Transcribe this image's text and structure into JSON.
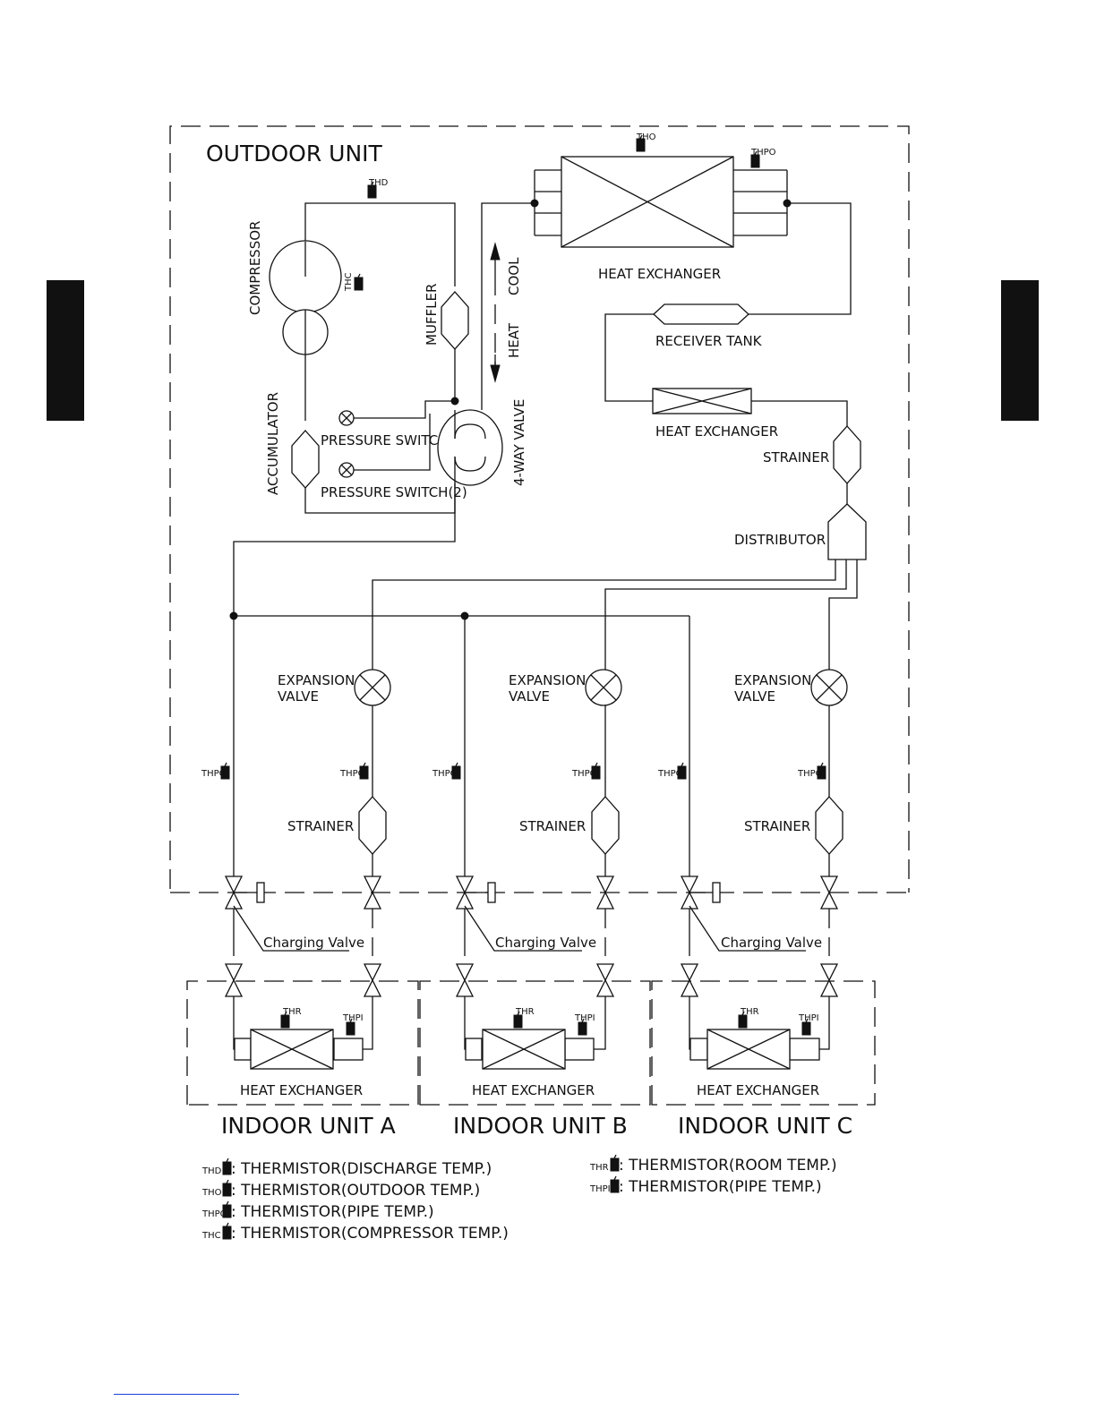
{
  "outdoor_unit": {
    "title": "OUTDOOR UNIT",
    "compressor": "COMPRESSOR",
    "accumulator": "ACCUMULATOR",
    "muffler": "MUFFLER",
    "four_way_valve": "4-WAY VALVE",
    "pressure_switch_1": "PRESSURE SWITCH(1)",
    "pressure_switch_2": "PRESSURE SWITCH(2)",
    "cool": "COOL",
    "heat": "HEAT",
    "heat_exchanger": "HEAT EXCHANGER",
    "receiver_tank": "RECEIVER TANK",
    "sub_heat_exchanger": "HEAT EXCHANGER",
    "strainer": "STRAINER",
    "distributor": "DISTRIBUTOR",
    "expansion_valve_line1": "EXPANSION",
    "expansion_valve_line2": "VALVE",
    "branch_strainer": "STRAINER",
    "charging_valve": "Charging Valve"
  },
  "sensor_tags": {
    "discharge": "THD",
    "outdoor": "THO",
    "pipe": "THPO",
    "compressor": "THC",
    "room": "THR",
    "pipe_indoor": "THPI"
  },
  "indoor_units": [
    {
      "name": "INDOOR UNIT A",
      "heat_exchanger": "HEAT EXCHANGER"
    },
    {
      "name": "INDOOR UNIT B",
      "heat_exchanger": "HEAT EXCHANGER"
    },
    {
      "name": "INDOOR UNIT C",
      "heat_exchanger": "HEAT EXCHANGER"
    }
  ],
  "legend": {
    "left": [
      {
        "tag": "THD",
        "text": ": THERMISTOR(DISCHARGE TEMP.)"
      },
      {
        "tag": "THO",
        "text": ": THERMISTOR(OUTDOOR TEMP.)"
      },
      {
        "tag": "THPO",
        "text": ": THERMISTOR(PIPE TEMP.)"
      },
      {
        "tag": "THC",
        "text": ": THERMISTOR(COMPRESSOR TEMP.)"
      }
    ],
    "right": [
      {
        "tag": "THR",
        "text": ": THERMISTOR(ROOM TEMP.)"
      },
      {
        "tag": "THPI",
        "text": ": THERMISTOR(PIPE TEMP.)"
      }
    ]
  }
}
